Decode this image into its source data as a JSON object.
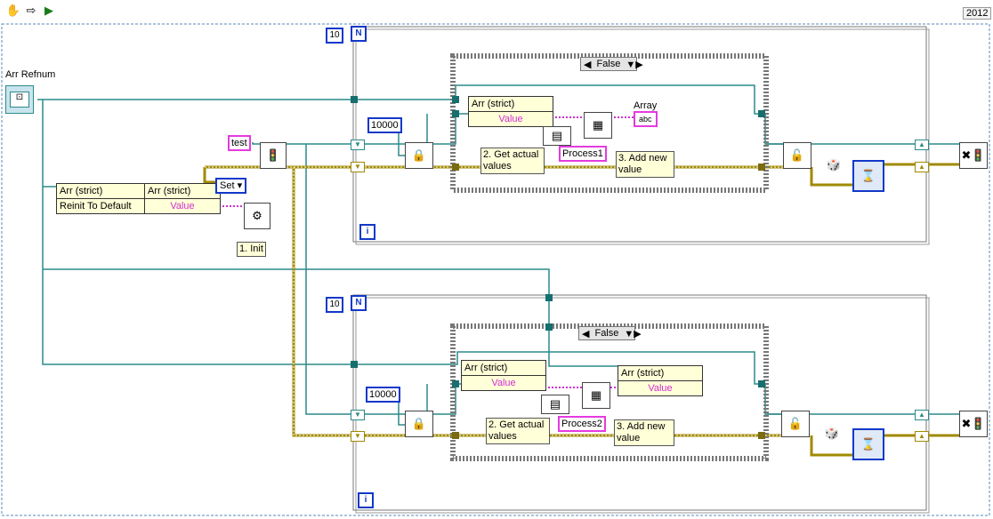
{
  "toolbar": {
    "icons": [
      "hand-icon",
      "arrow-icon",
      "run-icon"
    ]
  },
  "version": "2012",
  "control": {
    "label": "Arr Refnum"
  },
  "reinit_node": {
    "header": "Arr (strict)",
    "method": "Reinit To Default"
  },
  "write_node": {
    "header": "Arr (strict)",
    "value": "Value",
    "set_label": "Set"
  },
  "init_label": "1. Init",
  "test_const": "test",
  "loops": [
    {
      "count": "10",
      "n": "N",
      "i": "i",
      "timeout": "10000",
      "case": "False",
      "read": {
        "header": "Arr (strict)",
        "value": "Value"
      },
      "get_note": "2. Get actual values",
      "add_note": "3. Add new value",
      "process": "Process1",
      "array_label": "Array",
      "indicator": "abc"
    },
    {
      "count": "10",
      "n": "N",
      "i": "i",
      "timeout": "10000",
      "case": "False",
      "read": {
        "header": "Arr (strict)",
        "value": "Value"
      },
      "write": {
        "header": "Arr (strict)",
        "value": "Value"
      },
      "get_note": "2. Get actual values",
      "add_note": "3. Add new value",
      "process": "Process2"
    }
  ]
}
